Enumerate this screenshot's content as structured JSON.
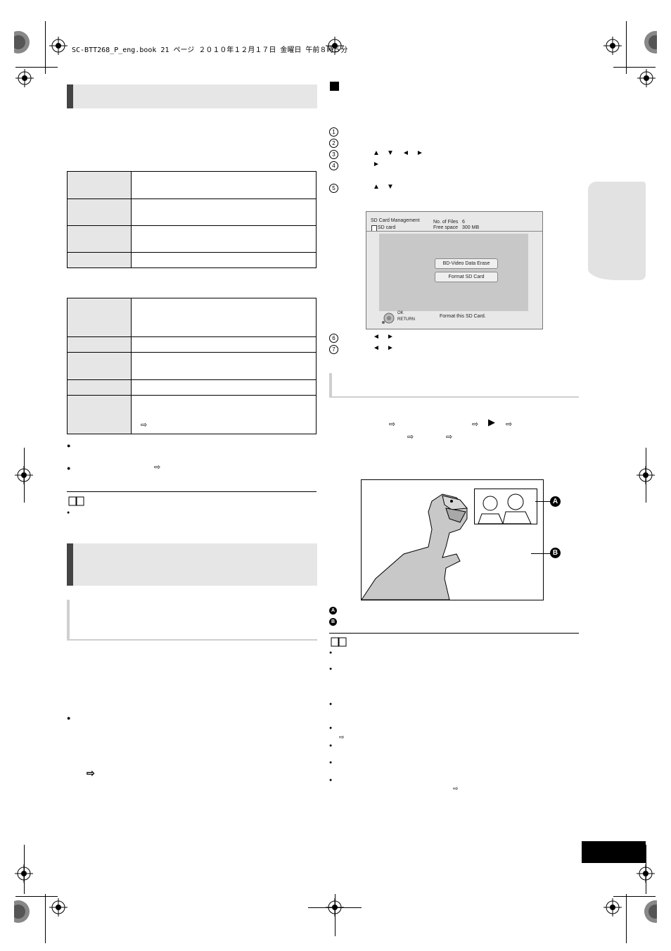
{
  "header": {
    "running_text": "SC-BTT268_P_eng.book  21 ページ  ２０１０年１２月１７日  金曜日  午前８時５分"
  },
  "sd_card_screen": {
    "title": "SD Card Management",
    "card_label": "SD card",
    "files_label": "No. of Files",
    "files_value": "6",
    "free_label": "Free space",
    "free_value": "300 MB",
    "button_erase": "BD-Video Data Erase",
    "button_format": "Format SD Card",
    "ok_label": "OK",
    "return_label": "RETURN",
    "message": "Format this SD Card."
  },
  "steps": {
    "n1": "1",
    "n2": "2",
    "n3": "3",
    "n4": "4",
    "n5": "5",
    "n6": "6",
    "n7": "7"
  },
  "callouts": {
    "a": "A",
    "b": "B"
  },
  "icons": {
    "arrow": "⇨",
    "bullet": "●",
    "up": "▲",
    "down": "▼",
    "left": "◄",
    "right": "►",
    "play": "▶"
  }
}
